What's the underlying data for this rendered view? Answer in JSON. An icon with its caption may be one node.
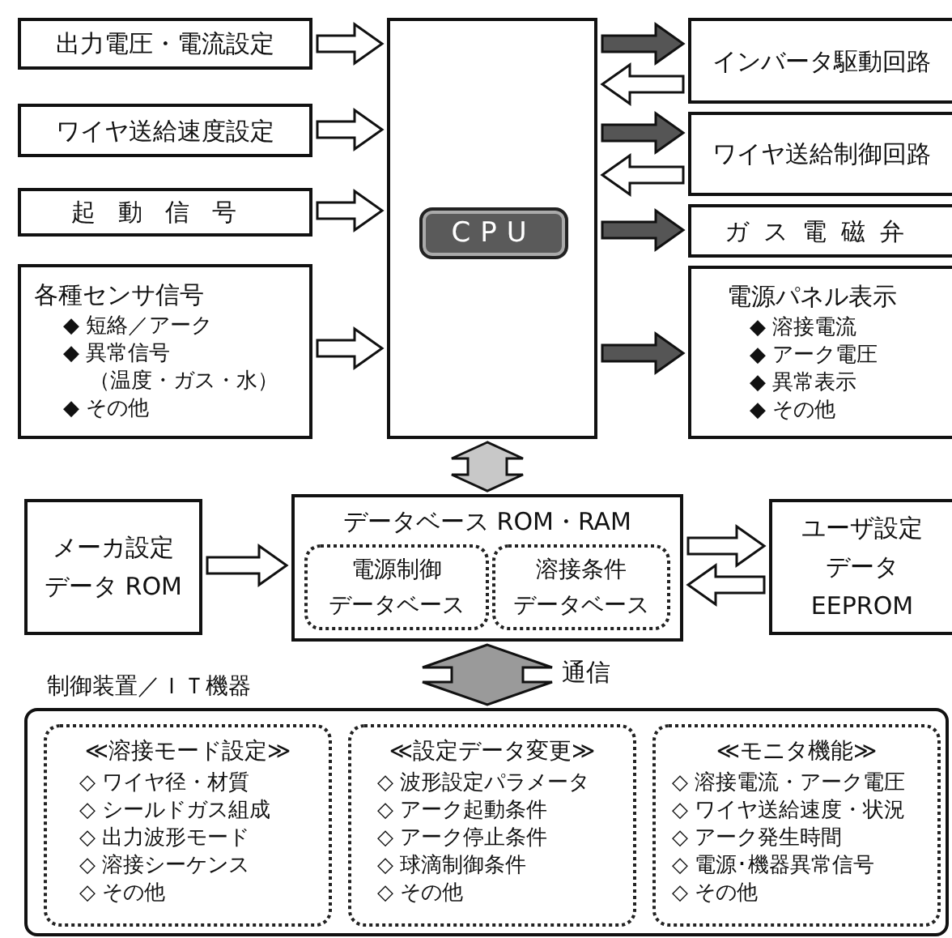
{
  "diagram": {
    "nodes": [
      {
        "text": [
          "出力電圧・電流設定"
        ]
      },
      {
        "text": [
          "ワイヤ送給速度設定"
        ]
      },
      {
        "text": [
          "起動信号"
        ]
      },
      {
        "text": [
          "各種センサ信号",
          "◆ 短絡／アーク",
          "◆ 異常信号",
          "（温度・ガス・水）",
          "◆ その他"
        ]
      },
      {
        "text": [],
        "shape": "box"
      },
      {
        "text": [
          "CPU"
        ],
        "in": 4
      },
      {
        "text": [
          "インバータ駆動回路"
        ]
      },
      {
        "text": [
          "ワイヤ送給制御回路"
        ]
      },
      {
        "text": [
          "ガス電磁弁"
        ]
      },
      {
        "text": [
          "電源パネル表示",
          "◆ 溶接電流",
          "◆ アーク電圧",
          "◆ 異常表示",
          "◆ その他"
        ]
      },
      {
        "text": [
          "メーカ設定",
          "データ ROM"
        ]
      },
      {
        "text": [
          "データベース ROM・RAM"
        ]
      },
      {
        "text": [
          "電源制御",
          "データベース"
        ],
        "in": 11
      },
      {
        "text": [
          "溶接条件",
          "データベース"
        ],
        "in": 11
      },
      {
        "text": [
          "ユーザ設定",
          "データ",
          "EEPROM"
        ]
      },
      {
        "text": [
          "制御装置／ＩＴ機器"
        ]
      },
      {
        "text": [
          "≪溶接モード設定≫",
          "◇ ワイヤ径・材質",
          "◇ シールドガス組成",
          "◇ 出力波形モード",
          "◇ 溶接シーケンス",
          "◇ その他"
        ],
        "in": 15
      },
      {
        "text": [
          "≪設定データ変更≫",
          "◇ 波形設定パラメータ",
          "◇ アーク起動条件",
          "◇ アーク停止条件",
          "◇ 球滴制御条件",
          "◇ その他"
        ],
        "in": 15
      },
      {
        "text": [
          "≪モニタ機能≫",
          "◇ 溶接電流・アーク電圧",
          "◇ ワイヤ送給速度・状況",
          "◇ アーク発生時間",
          "◇ 電源･機器異常信号",
          "◇ その他"
        ],
        "in": 15
      }
    ],
    "edges": [
      {
        "from": 0,
        "to": 4,
        "arrow": "to"
      },
      {
        "from": 1,
        "to": 4,
        "arrow": "to"
      },
      {
        "from": 2,
        "to": 4,
        "arrow": "to"
      },
      {
        "from": 3,
        "to": 4,
        "arrow": "to"
      },
      {
        "from": 4,
        "to": 6,
        "arrow": "to",
        "color": "#555555"
      },
      {
        "from": 6,
        "to": 4,
        "arrow": "to"
      },
      {
        "from": 4,
        "to": 7,
        "arrow": "to",
        "color": "#555555"
      },
      {
        "from": 7,
        "to": 4,
        "arrow": "to"
      },
      {
        "from": 4,
        "to": 8,
        "arrow": "to",
        "color": "#555555"
      },
      {
        "from": 4,
        "to": 9,
        "arrow": "to",
        "color": "#555555"
      },
      {
        "from": 4,
        "to": 11,
        "arrow": "both",
        "color": "#c8c8c8"
      },
      {
        "from": 10,
        "to": 11,
        "arrow": "to"
      },
      {
        "from": 11,
        "to": 14,
        "arrow": "to"
      },
      {
        "from": 14,
        "to": 11,
        "arrow": "to"
      },
      {
        "from": 11,
        "to": 15,
        "arrow": "both",
        "label": "通信",
        "color": "#9a9a9a"
      }
    ]
  }
}
